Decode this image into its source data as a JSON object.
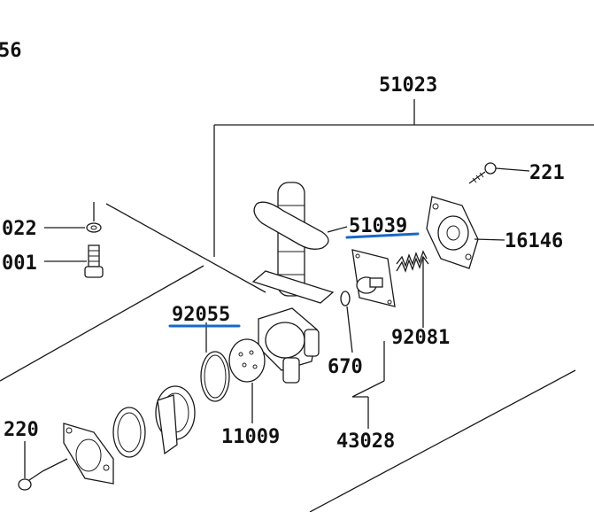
{
  "diagram": {
    "labels": {
      "top_left": "56",
      "p51023": "51023",
      "p221": "221",
      "p022": "022",
      "p001": "001",
      "p51039": "51039",
      "p16146": "16146",
      "p92055": "92055",
      "p92081": "92081",
      "p670": "670",
      "p220": "220",
      "p11009": "11009",
      "p43028": "43028"
    },
    "highlighted_parts": [
      "51039",
      "92055"
    ],
    "highlight_color": "#1769c7",
    "line_color": "#1a1a1a"
  }
}
